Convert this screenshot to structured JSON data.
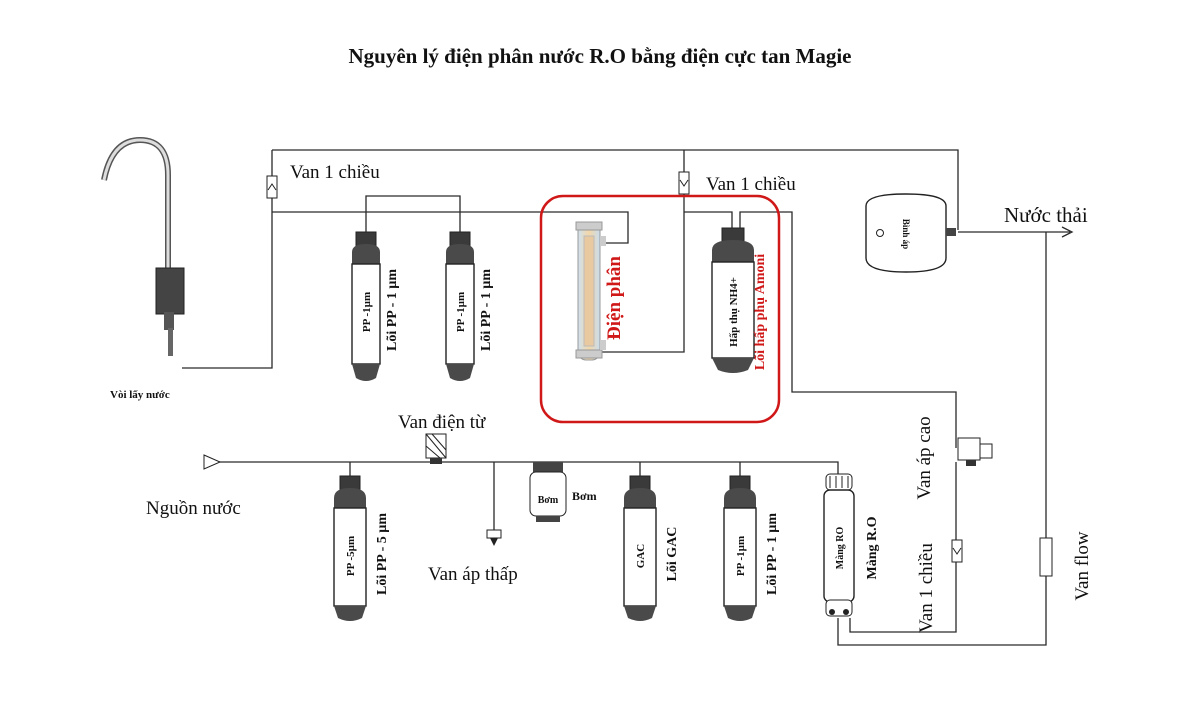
{
  "title": "Nguyên lý điện phân nước R.O bằng điện cực tan Magie",
  "labels": {
    "faucet": "Vòi lấy nước",
    "check_valve_1": "Van 1 chiều",
    "check_valve_2": "Van 1 chiều",
    "check_valve_3": "Van 1 chiều",
    "waste_water": "Nước thải",
    "solenoid_valve": "Van điện từ",
    "water_source": "Nguồn nước",
    "low_pressure_valve": "Van áp thấp",
    "high_pressure_valve": "Van áp cao",
    "flow_valve": "Van flow",
    "pump": "Bơm",
    "pump_inner": "Bơm",
    "tank_inner": "Bình áp"
  },
  "filters_top": [
    {
      "inner": "PP -1µm",
      "outer": "Lõi PP - 1 µm"
    },
    {
      "inner": "PP -1µm",
      "outer": "Lõi PP - 1 µm"
    },
    {
      "inner": "Hấp thụ NH4+",
      "outer": "Lõi hấp phụ Amoni"
    }
  ],
  "electrolysis": {
    "label": "Điện phân",
    "color": "#d01818"
  },
  "filters_bottom": [
    {
      "inner": "PP -5µm",
      "outer": "Lõi PP - 5 µm"
    },
    {
      "inner": "GAC",
      "outer": "Lõi GAC"
    },
    {
      "inner": "PP -1µm",
      "outer": "Lõi PP - 1 µm"
    },
    {
      "inner": "Màng RO",
      "outer": "Màng R.O"
    }
  ],
  "colors": {
    "highlight_box": "#d01818",
    "line": "#2a2a2a"
  }
}
